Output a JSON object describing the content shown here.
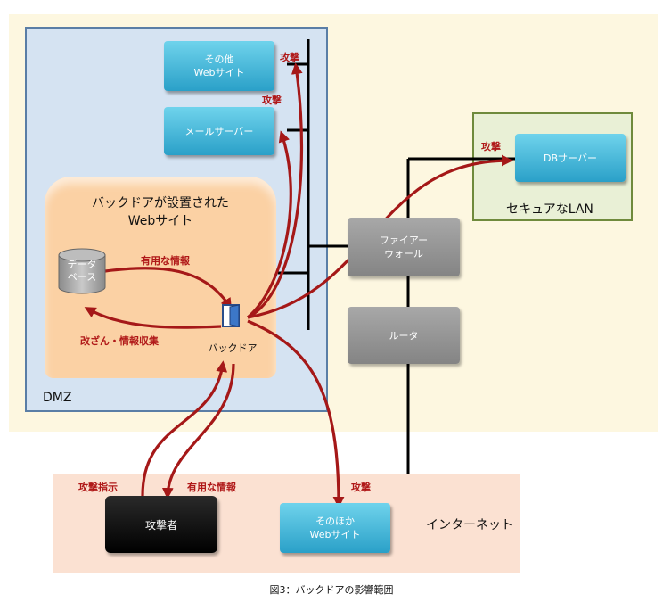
{
  "diagram": {
    "caption": "図3：バックドアの影響範囲",
    "zones": {
      "dmz": "DMZ",
      "secure_lan": "セキュアなLAN",
      "internet": "インターネット",
      "backdoor_site": "バックドアが設置された\nWebサイト"
    },
    "nodes": {
      "other_web": "その他\nWebサイト",
      "mail_server": "メールサーバー",
      "db_server": "DBサーバー",
      "firewall": "ファイアー\nウォール",
      "router": "ルータ",
      "database": "データ\nベース",
      "backdoor": "バックドア",
      "attacker": "攻撃者",
      "other_web_internet": "そのほか\nWebサイト"
    },
    "edge_labels": {
      "attack_other_web": "攻撃",
      "attack_mail": "攻撃",
      "attack_db": "攻撃",
      "attack_internet": "攻撃",
      "useful_info_db": "有用な情報",
      "tamper_collect": "改ざん・情報収集",
      "attack_instruction": "攻撃指示",
      "useful_info_attacker": "有用な情報"
    },
    "colors": {
      "arrow": "#a51818",
      "node_cyan": "#2aa0c8",
      "node_gray": "#8c8c8c",
      "dmz_fill": "#d5e3f2",
      "lan_fill": "#e9f0d6",
      "internet_fill": "#fbe1d2",
      "backdoor_fill": "#fbd1a4"
    }
  }
}
